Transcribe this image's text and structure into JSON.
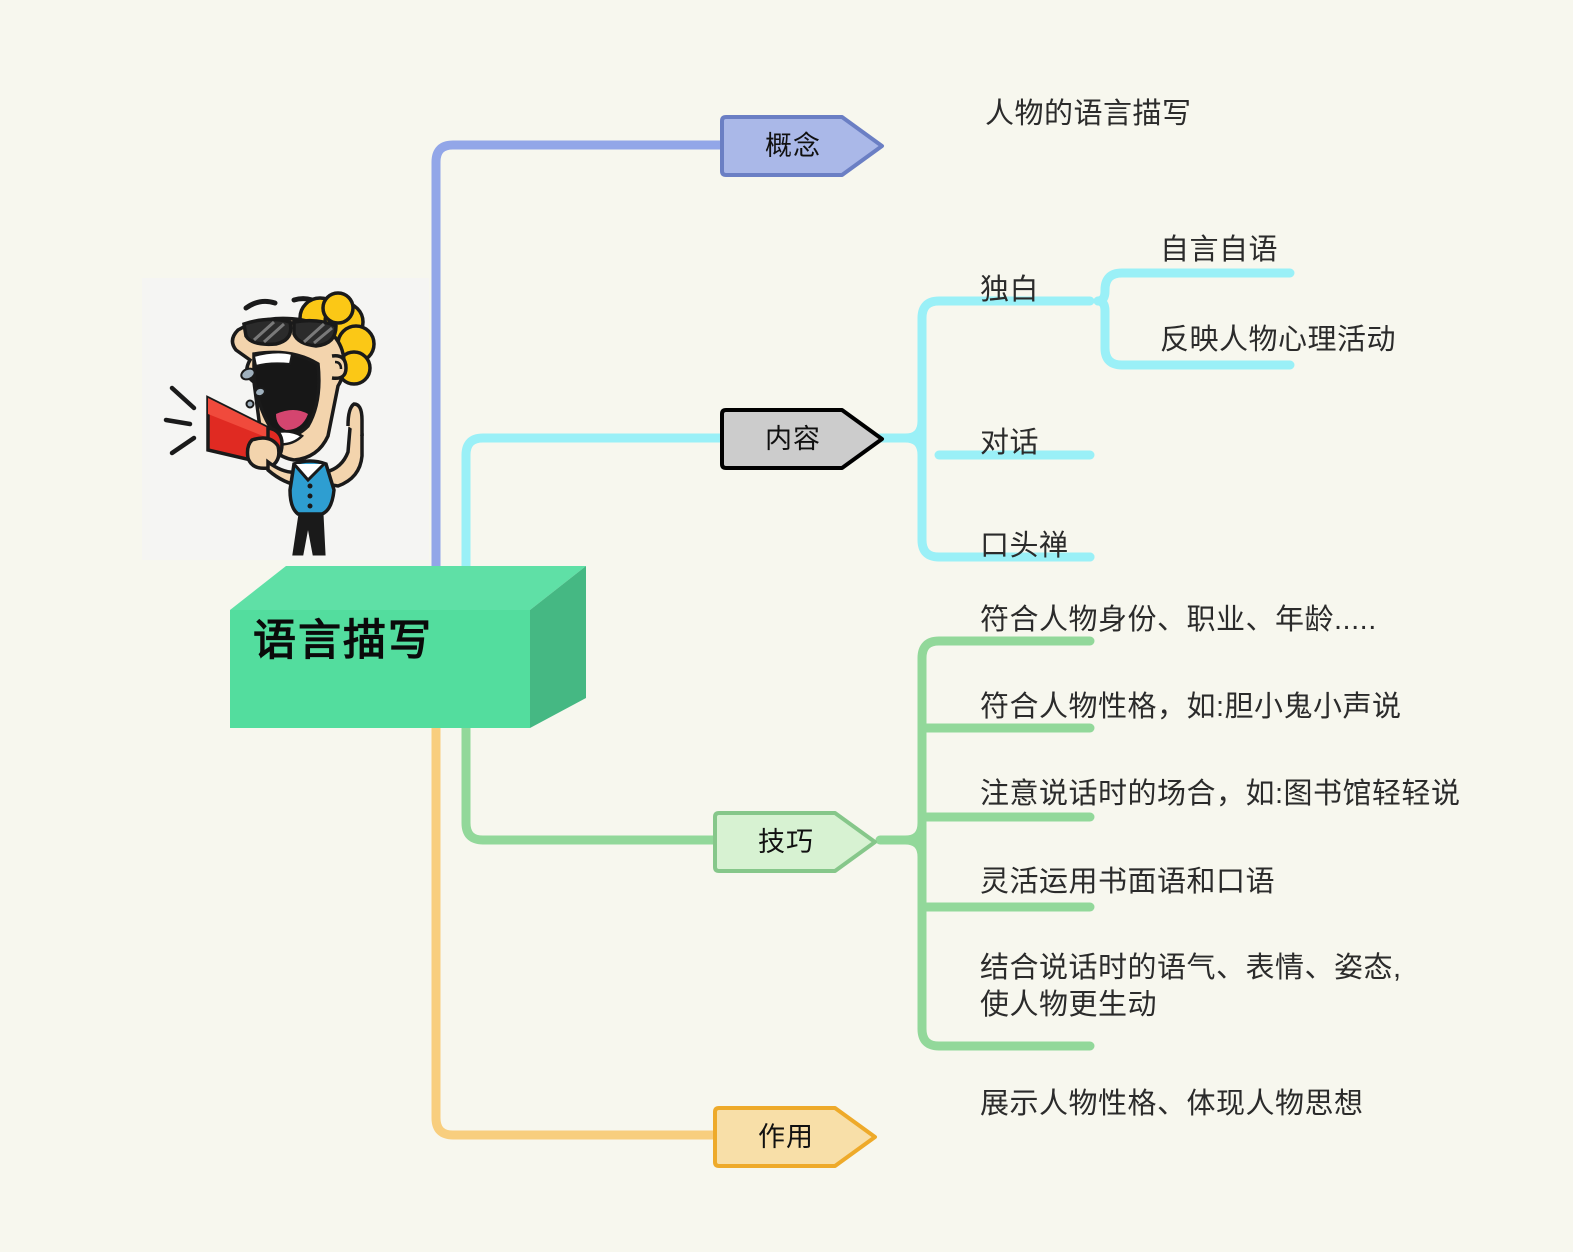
{
  "background_color": "#f7f7ee",
  "center": {
    "title": "语言描写",
    "fill": "#53dd9e",
    "side_fill": "#45b883",
    "top_fill": "#5fe0a6"
  },
  "illustration": {
    "name": "cartoon-man-with-megaphone",
    "panel_bg": "#f5f5f3",
    "hair_color": "#fbc816",
    "skin_color": "#f3d4ad",
    "megaphone_color": "#e02a22",
    "shirt_color": "#2e9ed1"
  },
  "branches": [
    {
      "id": "gainian",
      "label": "概念",
      "fill": "#aab8e8",
      "stroke": "#6b7fc4",
      "line_color": "#92a6e8",
      "children": [
        {
          "label": "人物的语言描写"
        }
      ]
    },
    {
      "id": "neirong",
      "label": "内容",
      "fill": "#cccccc",
      "stroke": "#000000",
      "line_color": "#9af0f7",
      "children": [
        {
          "label": "独白",
          "children": [
            {
              "label": "自言自语"
            },
            {
              "label": "反映人物心理活动"
            }
          ]
        },
        {
          "label": "对话"
        },
        {
          "label": "口头禅"
        }
      ]
    },
    {
      "id": "jiqiao",
      "label": "技巧",
      "fill": "#d7f2d2",
      "stroke": "#86c78a",
      "line_color": "#92d89a",
      "children": [
        {
          "label": "符合人物身份、职业、年龄....."
        },
        {
          "label": "符合人物性格，如:胆小鬼小声说"
        },
        {
          "label": "注意说话时的场合，如:图书馆轻轻说"
        },
        {
          "label": "灵活运用书面语和口语"
        },
        {
          "label": "结合说话时的语气、表情、姿态,\n使人物更生动"
        }
      ]
    },
    {
      "id": "zuoyong",
      "label": "作用",
      "fill": "#f8dfa8",
      "stroke": "#eeaa2a",
      "line_color": "#f8ce7e",
      "children": [
        {
          "label": "展示人物性格、体现人物思想"
        }
      ]
    }
  ]
}
